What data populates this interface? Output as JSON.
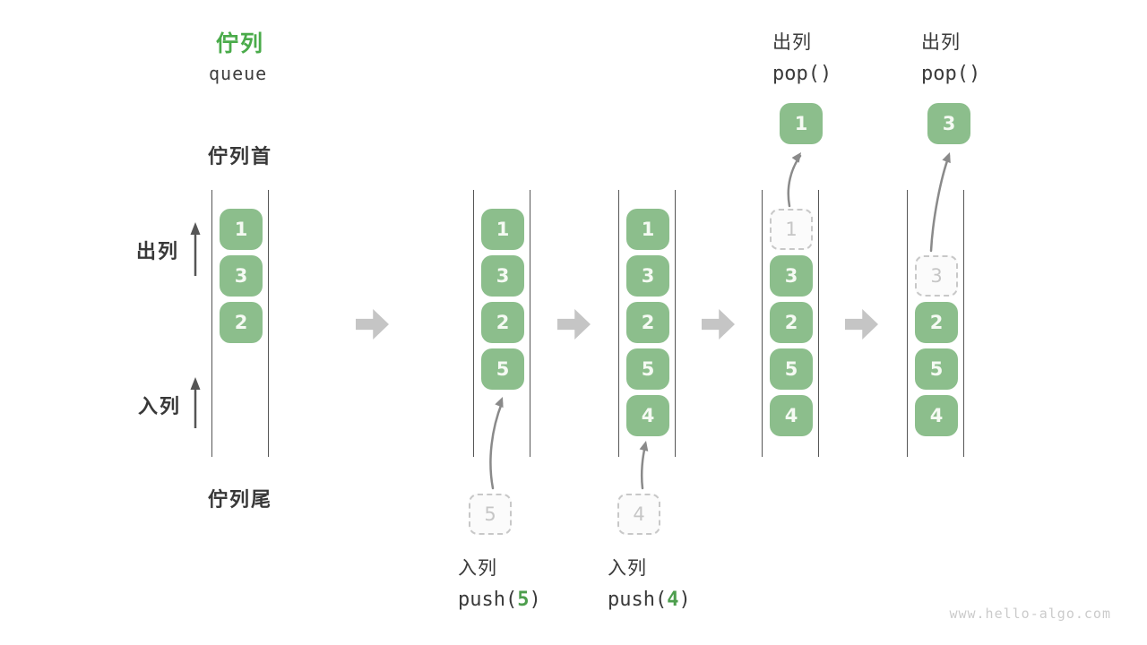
{
  "title": {
    "zh": "佇列",
    "en": "queue"
  },
  "labels": {
    "queue_front": "佇列首",
    "queue_rear": "佇列尾",
    "dequeue": "出列",
    "enqueue": "入列"
  },
  "states": [
    {
      "cells": [
        "1",
        "3",
        "2"
      ]
    },
    {
      "cells": [
        "1",
        "3",
        "2",
        "5"
      ],
      "staged": "5",
      "op": {
        "label": "入列",
        "code_pre": "push(",
        "arg": "5",
        "code_post": ")"
      }
    },
    {
      "cells": [
        "1",
        "3",
        "2",
        "5",
        "4"
      ],
      "staged": "4",
      "op": {
        "label": "入列",
        "code_pre": "push(",
        "arg": "4",
        "code_post": ")"
      }
    },
    {
      "ghost": "1",
      "cells": [
        "3",
        "2",
        "5",
        "4"
      ],
      "popped": "1",
      "op": {
        "label": "出列",
        "code": "pop()"
      }
    },
    {
      "ghost": "3",
      "cells": [
        "2",
        "5",
        "4"
      ],
      "popped": "3",
      "op": {
        "label": "出列",
        "code": "pop()"
      }
    }
  ],
  "watermark": "www.hello-algo.com",
  "colors": {
    "title_green": "#4aab4a",
    "cell_green": "#8cbe8c",
    "code_green": "#4d9e4d",
    "label_dark": "#3a3a3a",
    "block_arrow_gray": "#c5c5c5",
    "dashed_gray": "#c8c8c8",
    "rail_gray": "#565656",
    "curve_arrow_gray": "#8a8a8a"
  }
}
